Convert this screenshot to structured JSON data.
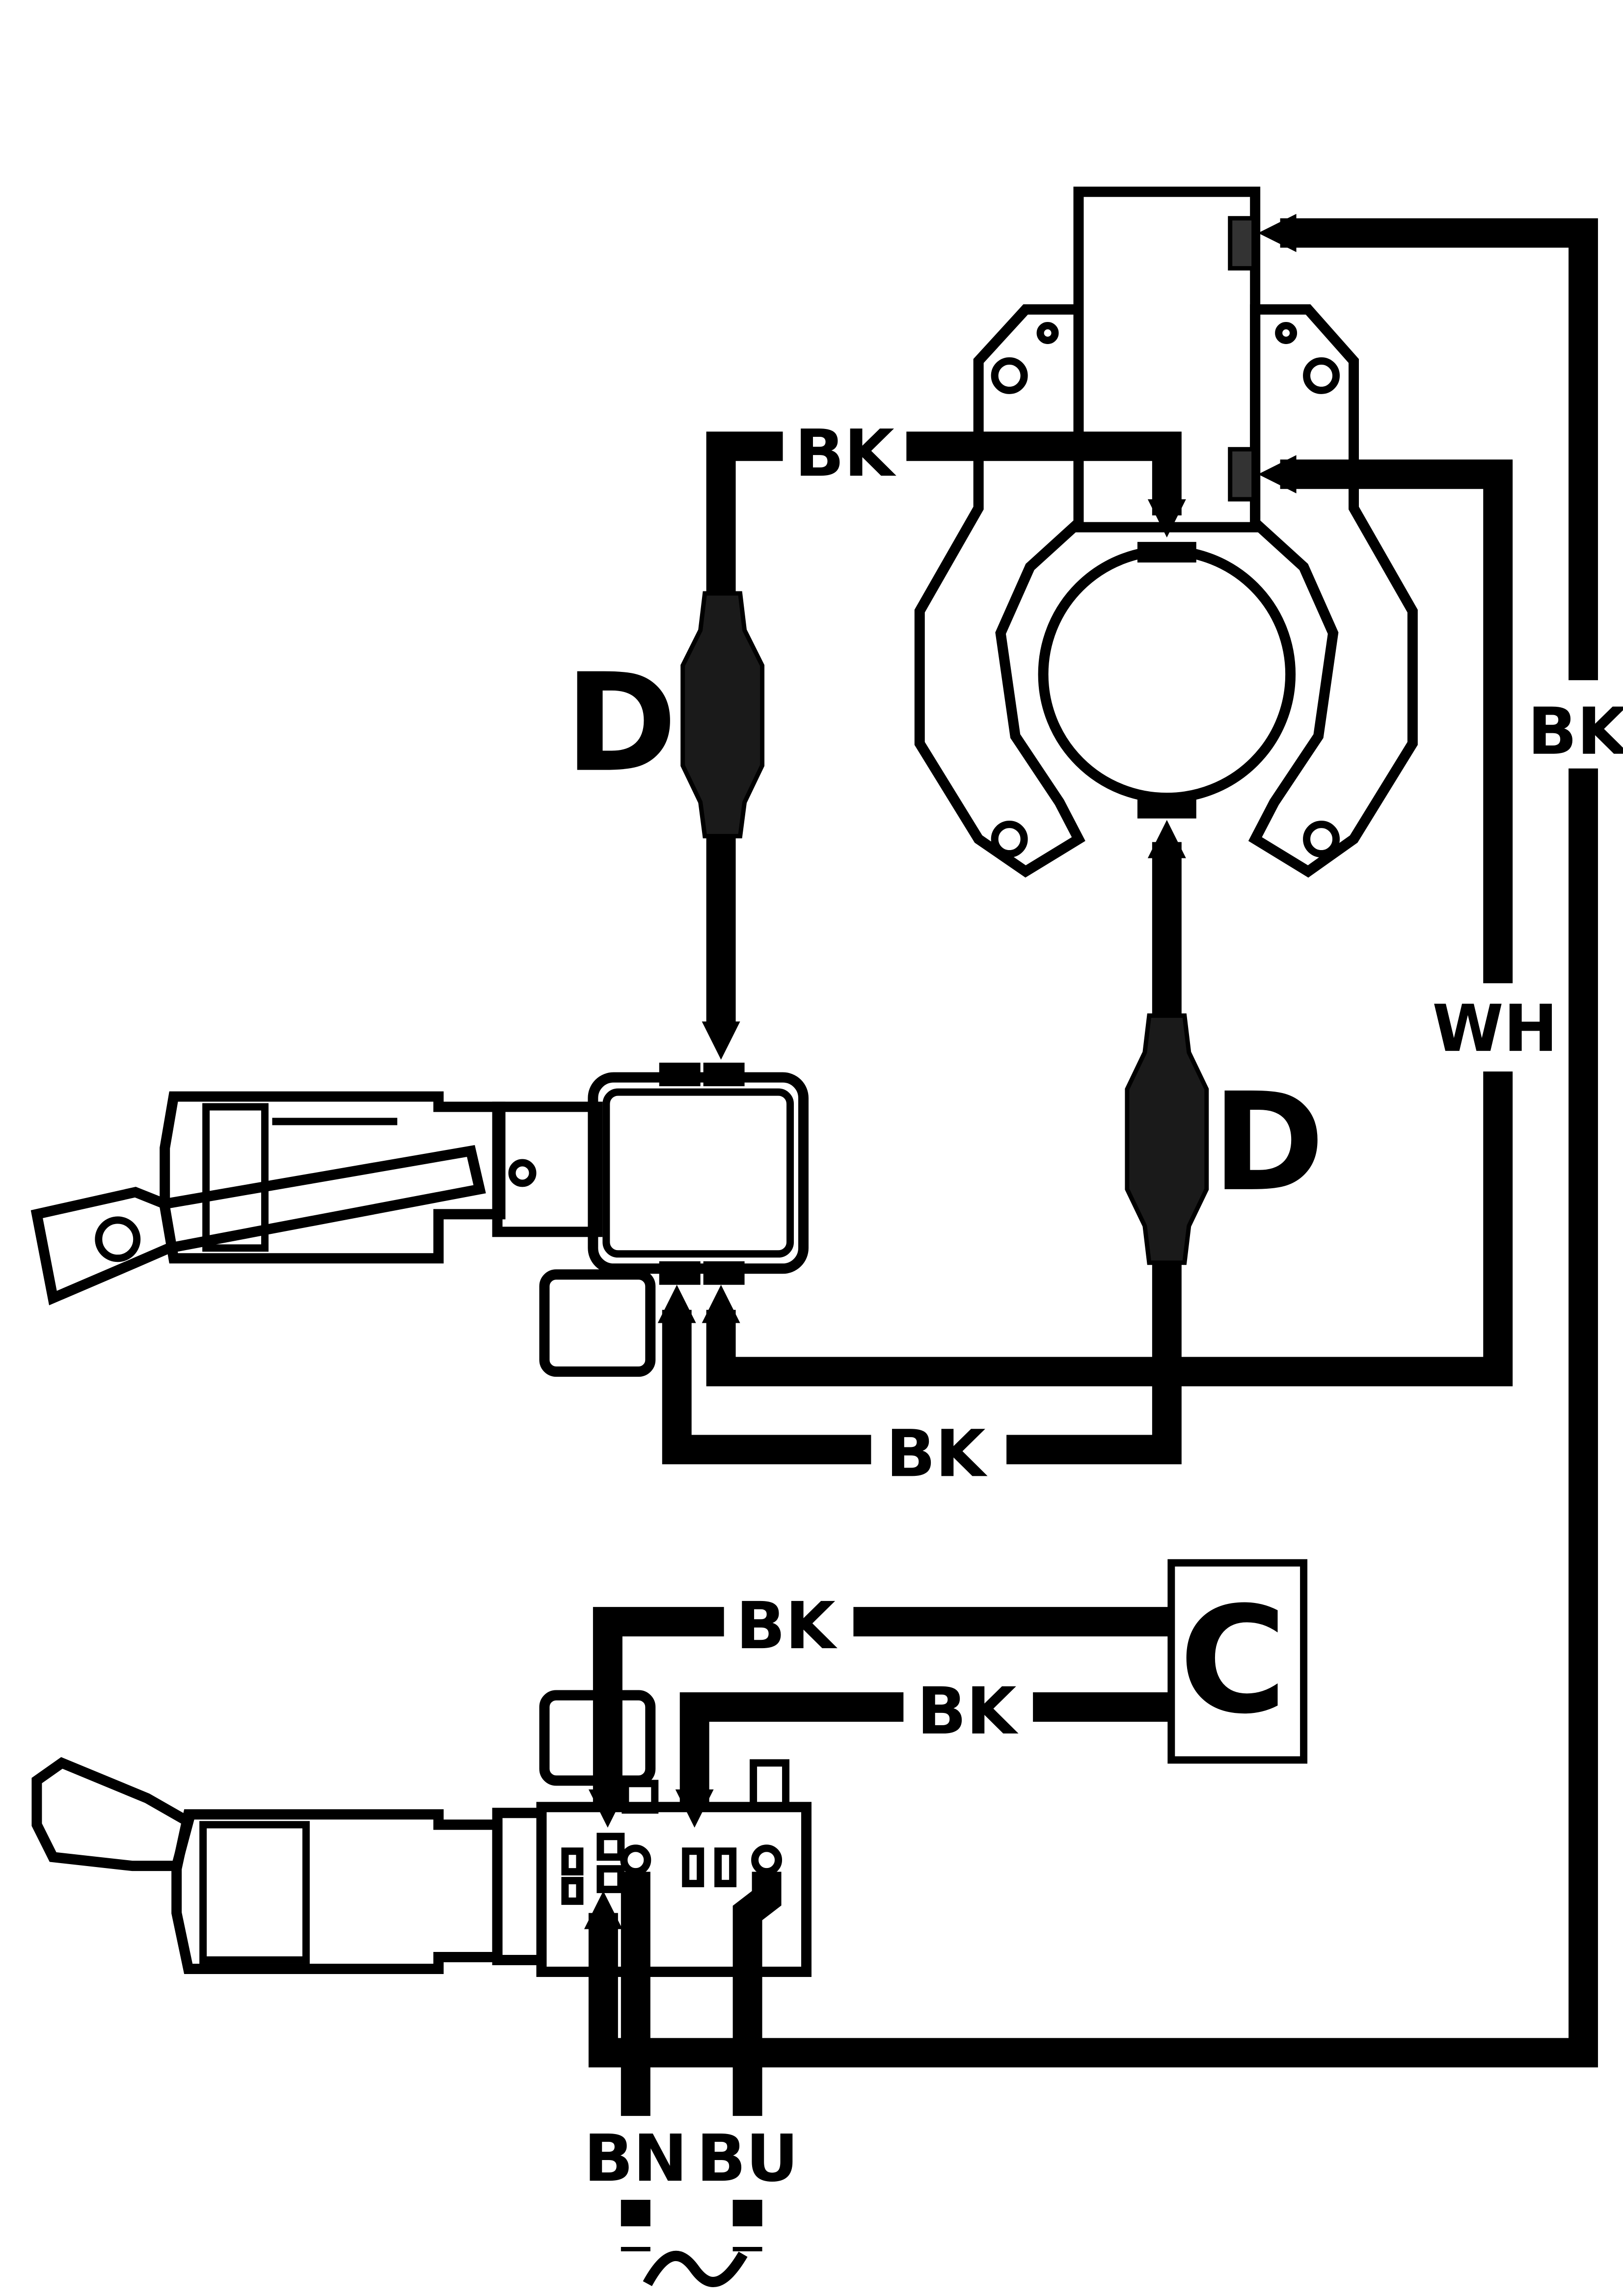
{
  "colors": {
    "ink": "#000000",
    "paper": "#ffffff",
    "fuse_fill": "#1a1a1a"
  },
  "wire_labels": {
    "bk_top": "BK",
    "bk_right": "BK",
    "wh": "WH",
    "bk_bottom_loop": "BK",
    "bk_c_upper": "BK",
    "bk_c_lower": "BK",
    "bn": "BN",
    "bu": "BU"
  },
  "component_labels": {
    "d_left": "D",
    "d_right": "D",
    "c_box": "C"
  },
  "icons": [
    "motor-icon",
    "switch-icon",
    "fuse-icon",
    "capacitor-icon",
    "ac-source-icon"
  ]
}
